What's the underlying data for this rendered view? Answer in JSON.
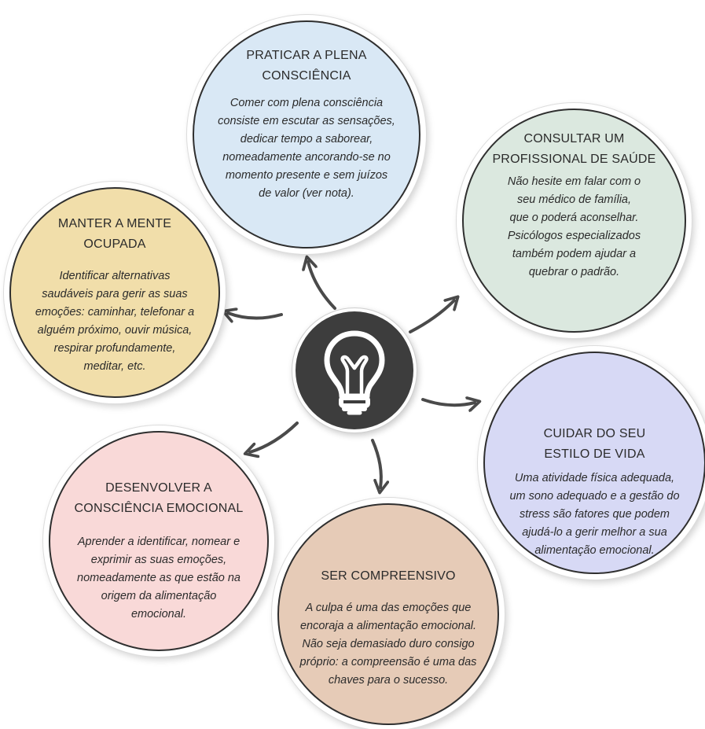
{
  "nodes": {
    "praticar": {
      "title": [
        "PRATICAR A PLENA",
        "CONSCIÊNCIA"
      ],
      "body": [
        "Comer com plena consciência",
        "consiste em escutar as sensações,",
        "dedicar tempo a saborear,",
        "nomeadamente ancorando-se no",
        "momento presente e sem juízos",
        "de valor (ver nota)."
      ],
      "color": "#d9e8f5"
    },
    "consultar": {
      "title": [
        "CONSULTAR UM",
        "PROFISSIONAL DE SAÚDE"
      ],
      "body": [
        "Não hesite em falar com o",
        "seu médico de família,",
        "que o poderá aconselhar.",
        "Psicólogos especializados",
        "também podem ajudar a",
        "quebrar o padrão."
      ],
      "color": "#dbe8df"
    },
    "manter": {
      "title": [
        "MANTER A MENTE",
        "OCUPADA"
      ],
      "body": [
        "Identificar alternativas",
        "saudáveis para gerir as suas",
        "emoções: caminhar, telefonar a",
        "alguém próximo, ouvir música,",
        "respirar profundamente,",
        "meditar, etc."
      ],
      "color": "#f1deaa"
    },
    "cuidar": {
      "title": [
        "CUIDAR DO SEU",
        "ESTILO DE VIDA"
      ],
      "body": [
        "Uma atividade física adequada,",
        "um sono adequado e a gestão do",
        "stress são fatores que podem",
        "ajudá-lo a gerir melhor a sua",
        "alimentação emocional."
      ],
      "color": "#d7d9f5"
    },
    "desenvolver": {
      "title": [
        "DESENVOLVER A",
        "CONSCIÊNCIA EMOCIONAL"
      ],
      "body": [
        "Aprender a identificar, nomear e",
        "exprimir as suas emoções,",
        "nomeadamente as que estão na",
        "origem da alimentação",
        "emocional."
      ],
      "color": "#f9d9d8"
    },
    "ser": {
      "title": [
        "SER COMPREENSIVO"
      ],
      "body": [
        "A culpa é uma das emoções que",
        "encoraja a alimentação emocional.",
        "Não seja demasiado duro consigo",
        "próprio: a compreensão é uma das",
        "chaves para o sucesso."
      ],
      "color": "#e6cbb7"
    }
  },
  "hub": {
    "icon": "lightbulb-icon",
    "color": "#3d3d3d"
  },
  "arrow_color": "#4a4a4a"
}
